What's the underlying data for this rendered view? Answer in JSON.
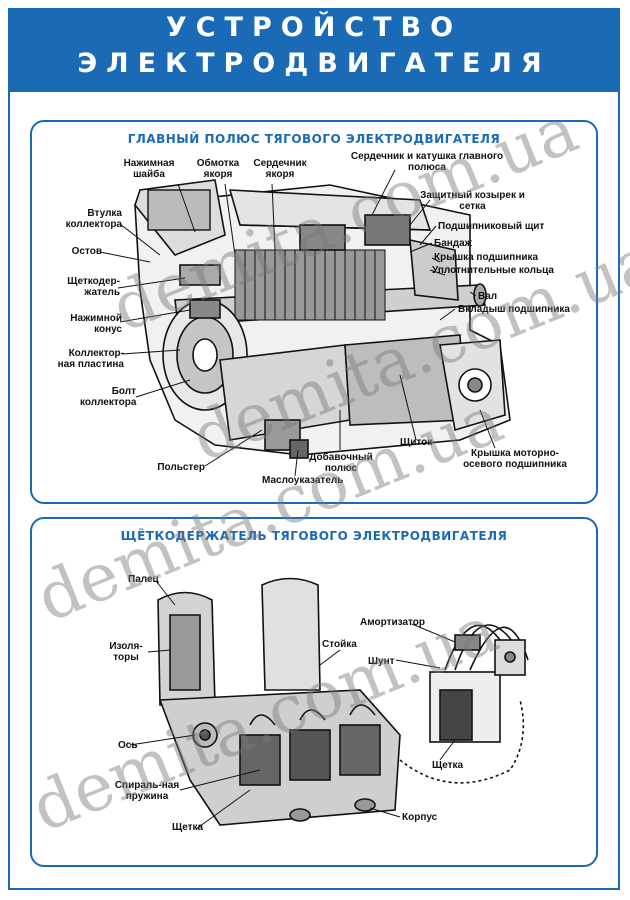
{
  "header": {
    "title_line1": "УСТРОЙСТВО",
    "title_line2": "ЭЛЕКТРОДВИГАТЕЛЯ"
  },
  "colors": {
    "accent": "#1a6ab5",
    "ink": "#111111",
    "watermark": "#888888"
  },
  "top_panel": {
    "title": "ГЛАВНЫЙ ПОЛЮС ТЯГОВОГО ЭЛЕКТРОДВИГАТЕЛЯ",
    "labels": {
      "nazhimnaya_shaiba": "Нажимная шайба",
      "obmotka_yakorya": "Обмотка якоря",
      "serdechnik_yakorya": "Сердечник якоря",
      "serdechnik_katushka": "Сердечник и катушка главного полюса",
      "vtulka_kollektora": "Втулка коллектора",
      "zashchitny_kozyrek": "Защитный козырек и сетка",
      "ostov": "Остов",
      "podshipnikovy_shchit": "Подшипниковый щит",
      "shchetkoderzhatel": "Щеткодер-жатель",
      "bandazh": "Бандаж",
      "kryshka_podshipnika": "Крышка подшипника",
      "uplotnitelnye_koltsa": "Уплотнительные кольца",
      "nazhimnoy_konus": "Нажимной конус",
      "val": "Вал",
      "vkladysh_podshipnika": "Вкладыш подшипника",
      "kollektornaya_plastina": "Коллектор-ная пластина",
      "bolt_kollektora": "Болт коллектора",
      "shchitok": "Щиток",
      "polster": "Польстер",
      "dobavochny_polyus": "Добавочный полюс",
      "kryshka_motorno": "Крышка моторно-осевого подшипника",
      "maslouказатель": "Маслоуказатель"
    }
  },
  "bottom_panel": {
    "title": "ЩЁТКОДЕРЖАТЕЛЬ ТЯГОВОГО ЭЛЕКТРОДВИГАТЕЛЯ",
    "labels": {
      "palets": "Палец",
      "amortizator": "Амортизатор",
      "izolyatory": "Изоля-торы",
      "stoyka": "Стойка",
      "shunt": "Шунт",
      "os": "Ось",
      "spiralnaya_pruzhina": "Спираль-ная пружина",
      "shchetka_right": "Щетка",
      "shchetka_left": "Щетка",
      "korpus": "Корпус"
    }
  },
  "watermarks": [
    "demita.com.ua",
    "demita.com.ua",
    "demita.com.ua",
    "demita.com.ua"
  ]
}
